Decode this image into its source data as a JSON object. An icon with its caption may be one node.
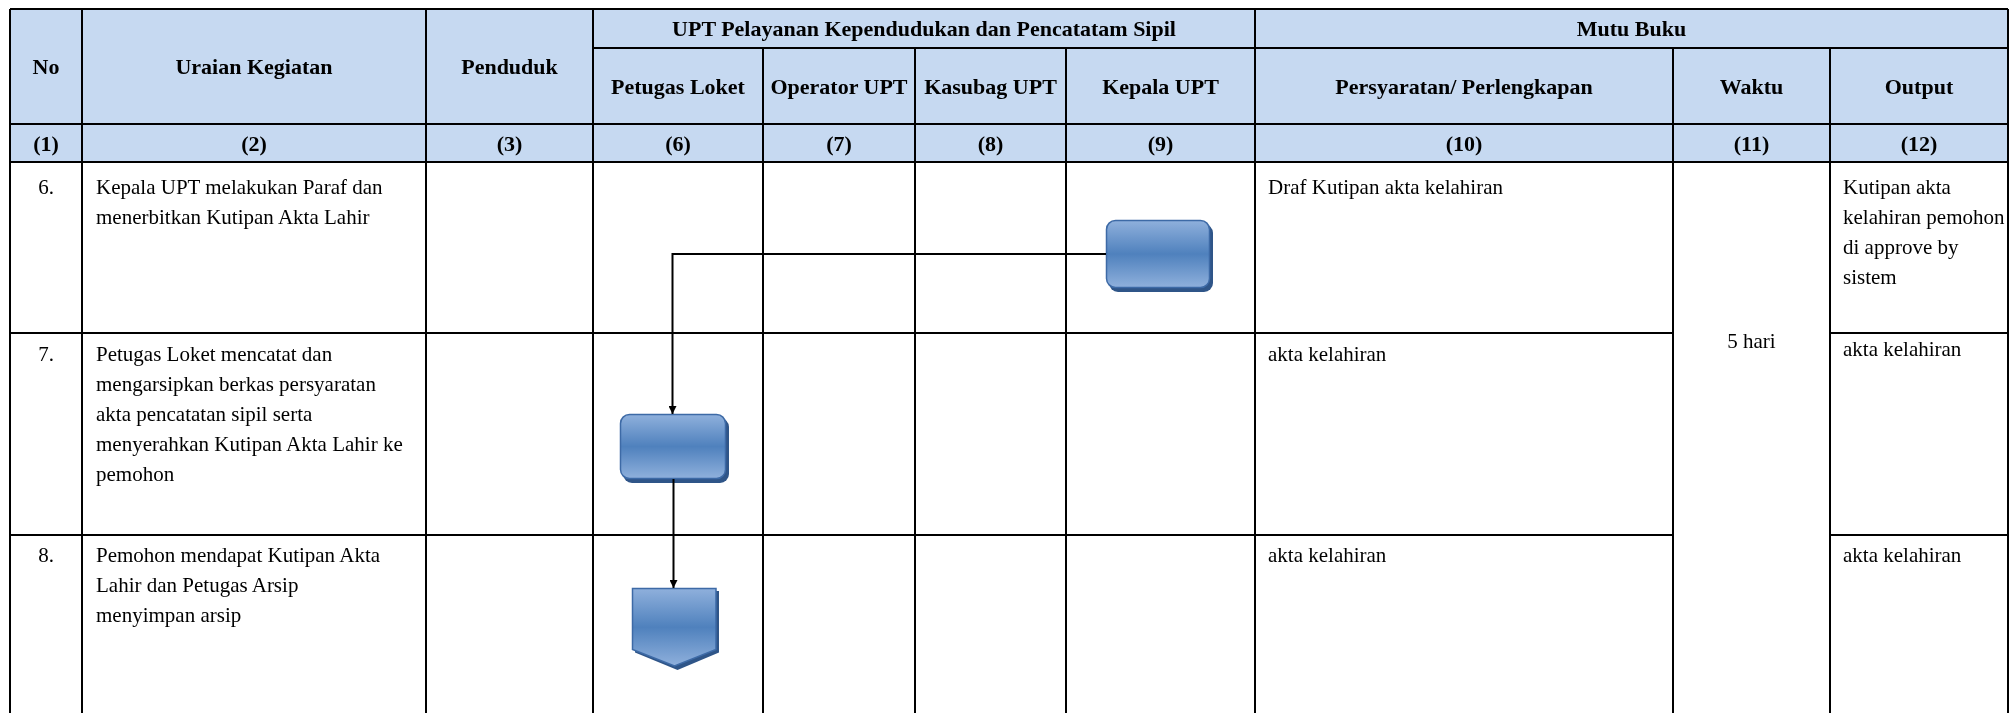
{
  "diagram": {
    "nodes": [
      {
        "text": [],
        "shape": "box"
      },
      {
        "text": [],
        "shape": "box"
      },
      {
        "text": [],
        "shape": "pentagon"
      }
    ],
    "edges": [
      {
        "from": 0,
        "to": 1,
        "arrow": "to"
      },
      {
        "from": 1,
        "to": 2,
        "arrow": "to"
      }
    ],
    "labels": [
      "No",
      "Uraian Kegiatan",
      "Penduduk",
      "UPT Pelayanan Kependudukan dan Pencatatam Sipil",
      "Mutu Buku",
      "Petugas Loket",
      "Operator UPT",
      "Kasubag UPT",
      "Kepala UPT",
      "Persyaratan/ Perlengkapan",
      "Waktu",
      "Output",
      "(1)",
      "(2)",
      "(3)",
      "(6)",
      "(7)",
      "(8)",
      "(9)",
      "(10)",
      "(11)",
      "(12)",
      "6.",
      "Kepala UPT melakukan Paraf dan menerbitkan Kutipan Akta Lahir",
      "Draf Kutipan akta kelahiran",
      "5 hari",
      "Kutipan akta kelahiran pemohon di approve by sistem",
      "7.",
      "Petugas Loket mencatat dan mengarsipkan berkas persyaratan akta pencatatan sipil serta menyerahkan Kutipan Akta Lahir ke pemohon",
      "akta kelahiran",
      "akta kelahiran",
      "8.",
      "Pemohon mendapat Kutipan Akta Lahir dan Petugas Arsip menyimpan arsip",
      "akta kelahiran",
      "akta kelahiran"
    ]
  }
}
